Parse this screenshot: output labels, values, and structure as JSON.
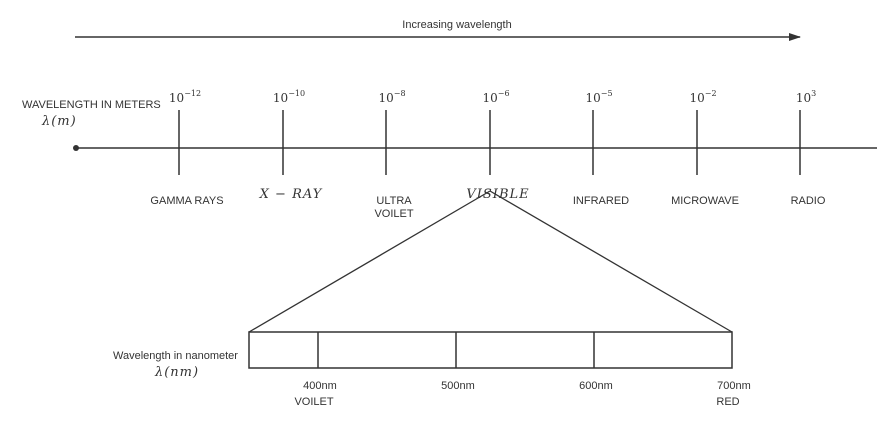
{
  "header": {
    "arrow_label": "Increasing wavelength"
  },
  "main_scale": {
    "axis_label": "WAVELENGTH IN METERS",
    "symbol": "λ(m)",
    "ticks": [
      {
        "exponent": "−12",
        "name": "GAMMA RAYS",
        "style": "sans"
      },
      {
        "exponent": "−10",
        "name": "X − RAY",
        "style": "italic"
      },
      {
        "exponent": "−8",
        "name": "ULTRA",
        "name2": "VOILET",
        "style": "sans"
      },
      {
        "exponent": "−6",
        "name": "VISIBLE",
        "style": "italic"
      },
      {
        "exponent": "−5",
        "name": "INFRARED",
        "style": "sans"
      },
      {
        "exponent": "−2",
        "name": "MICROWAVE",
        "style": "sans"
      },
      {
        "exponent": "3",
        "name": "RADIO",
        "style": "sans"
      }
    ]
  },
  "visible_scale": {
    "label": "Wavelength in nanometer",
    "symbol": "λ(nm)",
    "ticks": [
      {
        "value": "400nm",
        "color": "VOILET"
      },
      {
        "value": "500nm",
        "color": ""
      },
      {
        "value": "600nm",
        "color": ""
      },
      {
        "value": "700nm",
        "color": "RED"
      }
    ]
  },
  "colors": {
    "line": "#333333",
    "text": "#333333"
  }
}
